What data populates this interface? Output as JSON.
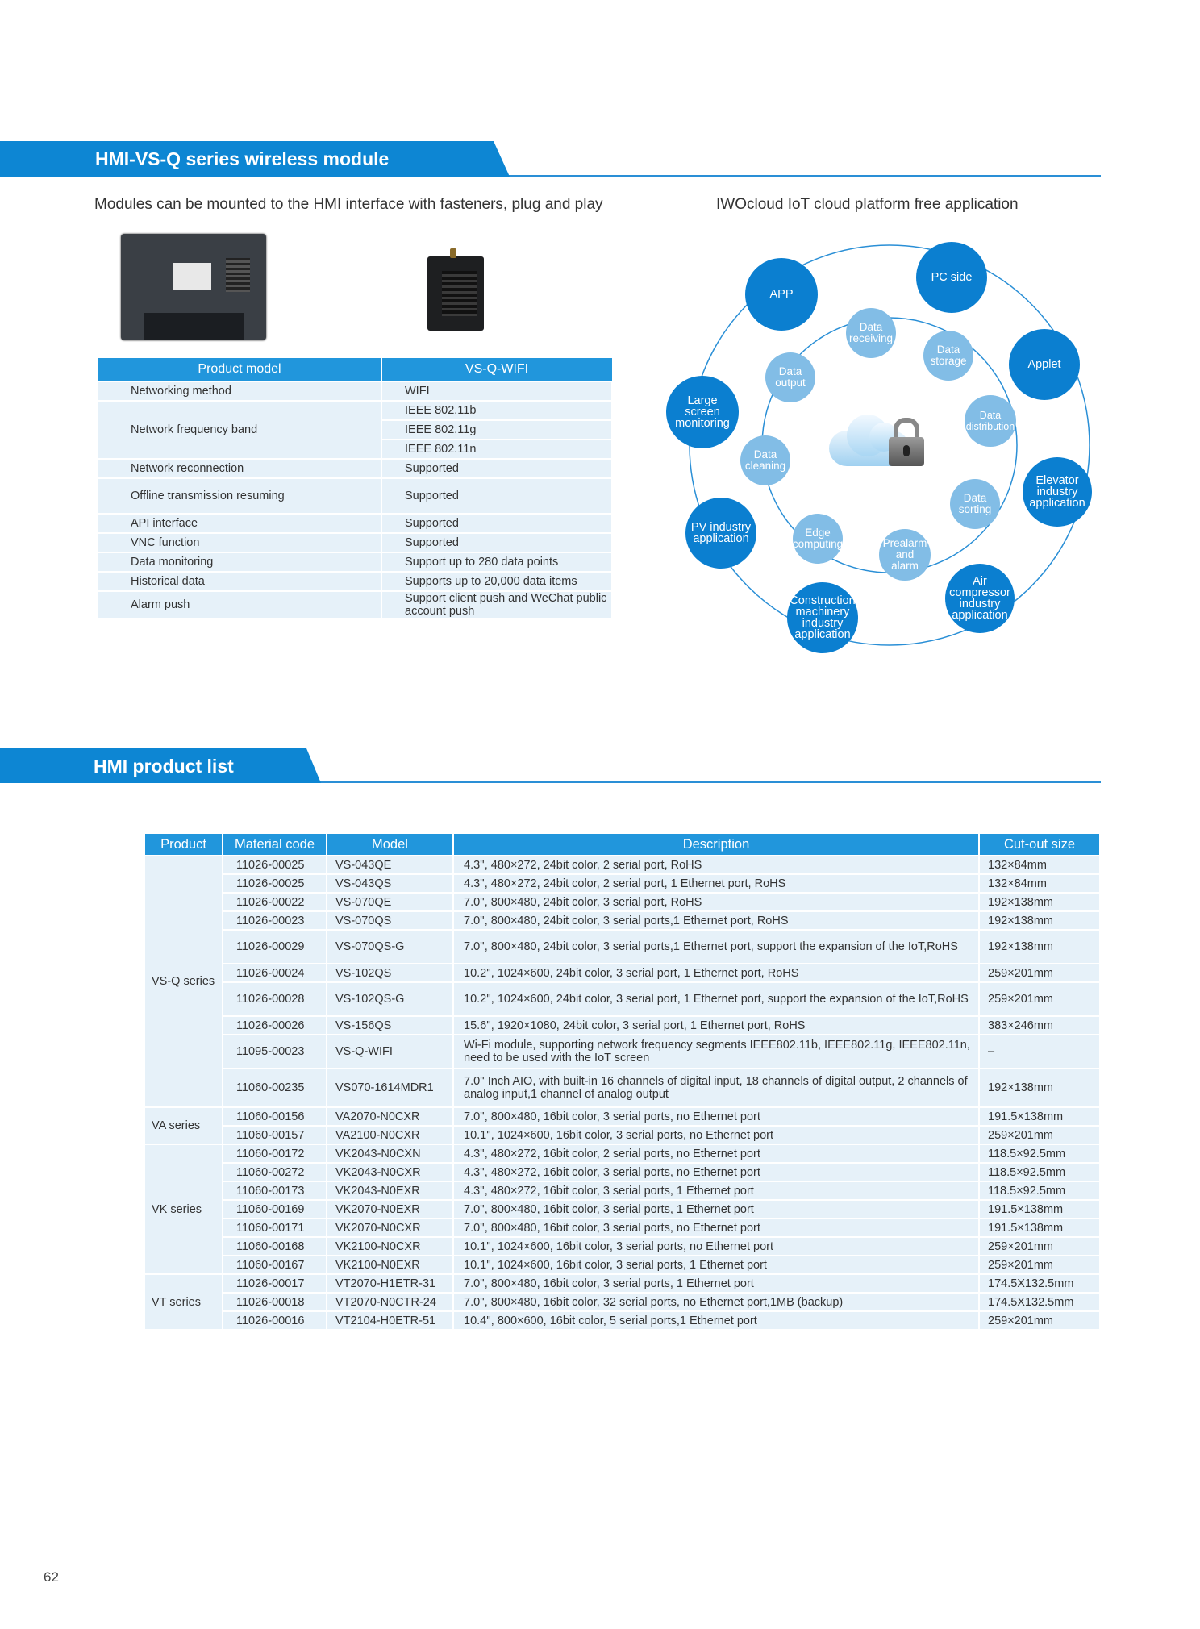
{
  "section1": {
    "title": "HMI-VS-Q series wireless module",
    "left_subtitle": "Modules can be mounted to the HMI interface with fasteners, plug and play",
    "right_subtitle": "IWOcloud IoT cloud platform free application"
  },
  "spec_table": {
    "header": [
      "Product model",
      "VS-Q-WIFI"
    ],
    "rows": [
      {
        "label": "Networking method",
        "values": [
          "WIFI"
        ]
      },
      {
        "label": "Network frequency band",
        "values": [
          "IEEE 802.11b",
          "IEEE 802.11g",
          "IEEE 802.11n"
        ]
      },
      {
        "label": "Network reconnection",
        "values": [
          "Supported"
        ]
      },
      {
        "label": "Offline transmission resuming",
        "values": [
          "Supported"
        ]
      },
      {
        "label": "API interface",
        "values": [
          "Supported"
        ]
      },
      {
        "label": "VNC function",
        "values": [
          "Supported"
        ]
      },
      {
        "label": "Data monitoring",
        "values": [
          "Support up to 280 data points"
        ]
      },
      {
        "label": "Historical data",
        "values": [
          "Supports up to 20,000 data items"
        ]
      },
      {
        "label": "Alarm push",
        "values": [
          "Support client push and WeChat public account push"
        ]
      }
    ]
  },
  "diagram": {
    "outer_nodes": [
      "APP",
      "PC side",
      "Applet",
      "Large screen monitoring",
      "Elevator industry application",
      "PV industry application",
      "Air compressor industry application",
      "Construction machinery industry application"
    ],
    "inner_nodes": [
      "Data receiving",
      "Data storage",
      "Data output",
      "Data distribution",
      "Data cleaning",
      "Data sorting",
      "Edge computing",
      "Prealarm and alarm"
    ]
  },
  "section2": {
    "title": "HMI product list"
  },
  "product_table": {
    "header": [
      "Product",
      "Material code",
      "Model",
      "Description",
      "Cut-out size"
    ],
    "groups": [
      {
        "series": "VS-Q series",
        "rows": [
          [
            "11026-00025",
            "VS-043QE",
            "4.3'', 480×272, 24bit color, 2 serial port, RoHS",
            "132×84mm"
          ],
          [
            "11026-00025",
            "VS-043QS",
            "4.3'', 480×272, 24bit color, 2 serial port, 1 Ethernet port, RoHS",
            "132×84mm"
          ],
          [
            "11026-00022",
            "VS-070QE",
            "7.0'', 800×480, 24bit color, 3 serial port, RoHS",
            "192×138mm"
          ],
          [
            "11026-00023",
            "VS-070QS",
            "7.0'', 800×480, 24bit color, 3 serial ports,1 Ethernet port, RoHS",
            "192×138mm"
          ],
          [
            "11026-00029",
            "VS-070QS-G",
            "7.0'', 800×480, 24bit color, 3 serial ports,1 Ethernet port, support the expansion of the IoT,RoHS",
            "192×138mm"
          ],
          [
            "11026-00024",
            "VS-102QS",
            "10.2'', 1024×600, 24bit color, 3 serial port, 1 Ethernet port, RoHS",
            "259×201mm"
          ],
          [
            "11026-00028",
            "VS-102QS-G",
            "10.2'', 1024×600, 24bit color, 3 serial port, 1 Ethernet port, support the expansion of the IoT,RoHS",
            "259×201mm"
          ],
          [
            "11026-00026",
            "VS-156QS",
            "15.6'', 1920×1080, 24bit color, 3 serial port, 1 Ethernet port, RoHS",
            "383×246mm"
          ],
          [
            "11095-00023",
            "VS-Q-WIFI",
            "Wi-Fi module, supporting network frequency segments IEEE802.11b, IEEE802.11g, IEEE802.11n, need to be used with the IoT screen",
            "–"
          ],
          [
            "11060-00235",
            "VS070-1614MDR1",
            "7.0'' Inch AIO, with built-in 16 channels of digital input, 18 channels of digital output, 2 channels of analog input,1 channel of analog output",
            "192×138mm"
          ]
        ]
      },
      {
        "series": "VA series",
        "rows": [
          [
            "11060-00156",
            "VA2070-N0CXR",
            "7.0'', 800×480, 16bit color, 3 serial ports, no Ethernet port",
            "191.5×138mm"
          ],
          [
            "11060-00157",
            "VA2100-N0CXR",
            "10.1'', 1024×600, 16bit color, 3 serial ports, no Ethernet port",
            "259×201mm"
          ]
        ]
      },
      {
        "series": "VK series",
        "rows": [
          [
            "11060-00172",
            "VK2043-N0CXN",
            "4.3'', 480×272, 16bit color, 2 serial ports, no Ethernet port",
            "118.5×92.5mm"
          ],
          [
            "11060-00272",
            "VK2043-N0CXR",
            "4.3'', 480×272, 16bit color, 3 serial ports, no Ethernet port",
            "118.5×92.5mm"
          ],
          [
            "11060-00173",
            "VK2043-N0EXR",
            "4.3'', 480×272, 16bit color, 3 serial ports, 1 Ethernet port",
            "118.5×92.5mm"
          ],
          [
            "11060-00169",
            "VK2070-N0EXR",
            "7.0'', 800×480, 16bit color, 3 serial ports, 1 Ethernet port",
            "191.5×138mm"
          ],
          [
            "11060-00171",
            "VK2070-N0CXR",
            "7.0'', 800×480, 16bit color, 3 serial ports, no Ethernet port",
            "191.5×138mm"
          ],
          [
            "11060-00168",
            "VK2100-N0CXR",
            "10.1'', 1024×600, 16bit color, 3 serial ports, no Ethernet port",
            "259×201mm"
          ],
          [
            "11060-00167",
            "VK2100-N0EXR",
            "10.1'', 1024×600, 16bit color, 3 serial ports, 1 Ethernet port",
            "259×201mm"
          ]
        ]
      },
      {
        "series": "VT series",
        "rows": [
          [
            "11026-00017",
            "VT2070-H1ETR-31",
            "7.0'', 800×480, 16bit color, 3 serial ports, 1 Ethernet port",
            "174.5X132.5mm"
          ],
          [
            "11026-00018",
            "VT2070-N0CTR-24",
            "7.0'', 800×480, 16bit color, 32 serial ports, no Ethernet port,1MB (backup)",
            "174.5X132.5mm"
          ],
          [
            "11026-00016",
            "VT2104-H0ETR-51",
            "10.4'', 800×600, 16bit color, 5 serial ports,1 Ethernet port",
            "259×201mm"
          ]
        ]
      }
    ]
  },
  "page_number": "62"
}
